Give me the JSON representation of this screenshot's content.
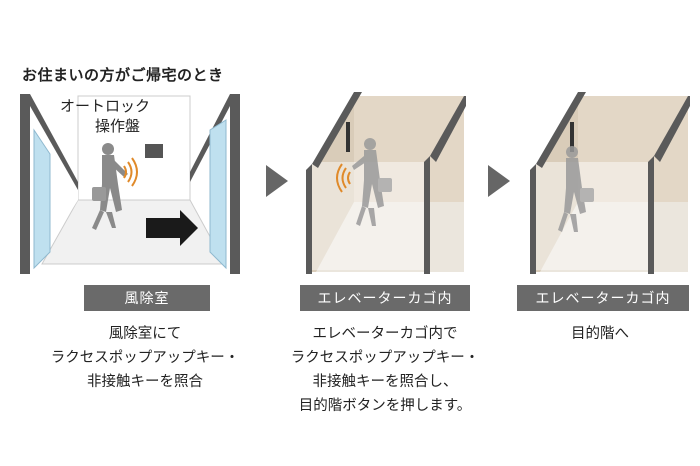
{
  "heading": "お住まいの方がご帰宅のとき",
  "panel_label": [
    "オートロック",
    "操作盤"
  ],
  "steps": [
    {
      "label": "風除室",
      "description": [
        "風除室にて",
        "ラクセスポップアップキー・",
        "非接触キーを照合"
      ]
    },
    {
      "label": "エレベーターカゴ内",
      "description": [
        "エレベーターカゴ内で",
        "ラクセスポップアップキー・",
        "非接触キーを照合し、",
        "目的階ボタンを押します。"
      ]
    },
    {
      "label": "エレベーターカゴ内",
      "description": [
        "目的階へ"
      ]
    }
  ],
  "colors": {
    "label_bg": "#6a6a6a",
    "wall_dark": "#5a5a5a",
    "elevator_beige": "#e3d7c6",
    "glass_blue": "#bfe0ef",
    "arrow_gray": "#666666"
  },
  "icons": [
    "woman-figure-icon",
    "contactless-signal-icon",
    "direction-arrow-icon",
    "chevron-right-icon"
  ]
}
